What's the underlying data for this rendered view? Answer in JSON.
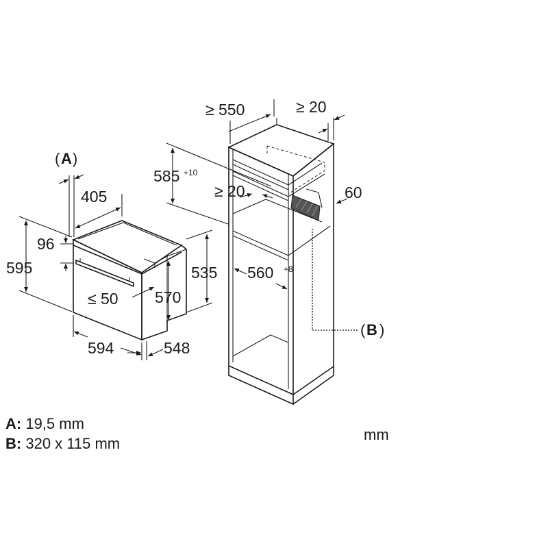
{
  "oven": {
    "callout_a": "A",
    "dim_depth_top": "405",
    "dim_front_offset": "96",
    "dim_height": "595",
    "dim_door_gap": "≤ 50",
    "dim_body_height": "570",
    "dim_rear_height": "535",
    "dim_width": "594",
    "dim_depth": "548"
  },
  "cabinet": {
    "dim_depth": "≥ 550",
    "dim_rear_gap": "≥ 20",
    "dim_niche_height": "585",
    "dim_niche_height_tol": "+10",
    "dim_shelf_gap": "≥ 20",
    "dim_vent": "60",
    "dim_niche_width": "560",
    "dim_niche_width_tol": "+8",
    "callout_b": "B"
  },
  "legend": [
    {
      "key": "A:",
      "value": "19,5 mm"
    },
    {
      "key": "B:",
      "value": "320 x 115 mm"
    }
  ],
  "unit": "mm"
}
